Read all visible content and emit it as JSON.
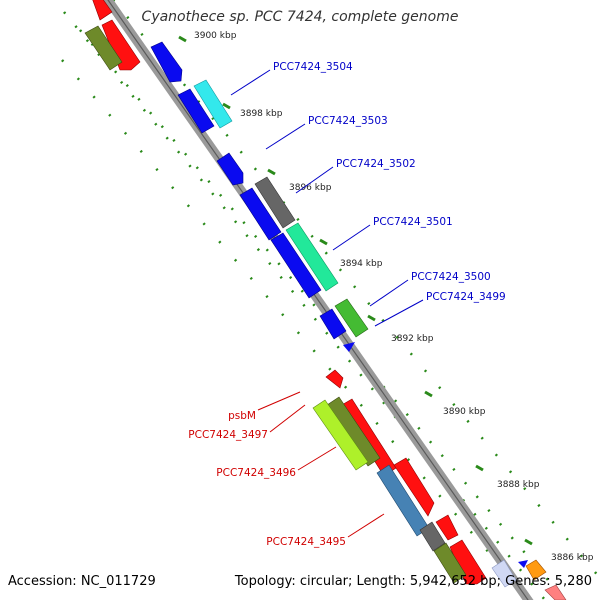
{
  "map": {
    "title": "Cyanothece sp. PCC 7424, complete genome",
    "accession": "Accession: NC_011729",
    "topology": "Topology: circular; Length: 5,942,652 bp; Genes: 5,280",
    "ticks": [
      "3900 kbp",
      "3898 kbp",
      "3896 kbp",
      "3894 kbp",
      "3892 kbp",
      "3890 kbp",
      "3888 kbp",
      "3886 kbp"
    ],
    "gene_labels_forward": [
      "PCC7424_3504",
      "PCC7424_3503",
      "PCC7424_3502",
      "PCC7424_3501",
      "PCC7424_3500",
      "PCC7424_3499"
    ],
    "gene_labels_reverse": [
      "psbM",
      "PCC7424_3497",
      "PCC7424_3496",
      "PCC7424_3495"
    ],
    "colors": {
      "forward_label": "#0000c8",
      "reverse_label": "#d00000",
      "tick": "#2a8a1a",
      "backbone": "#9a9a9a"
    }
  }
}
